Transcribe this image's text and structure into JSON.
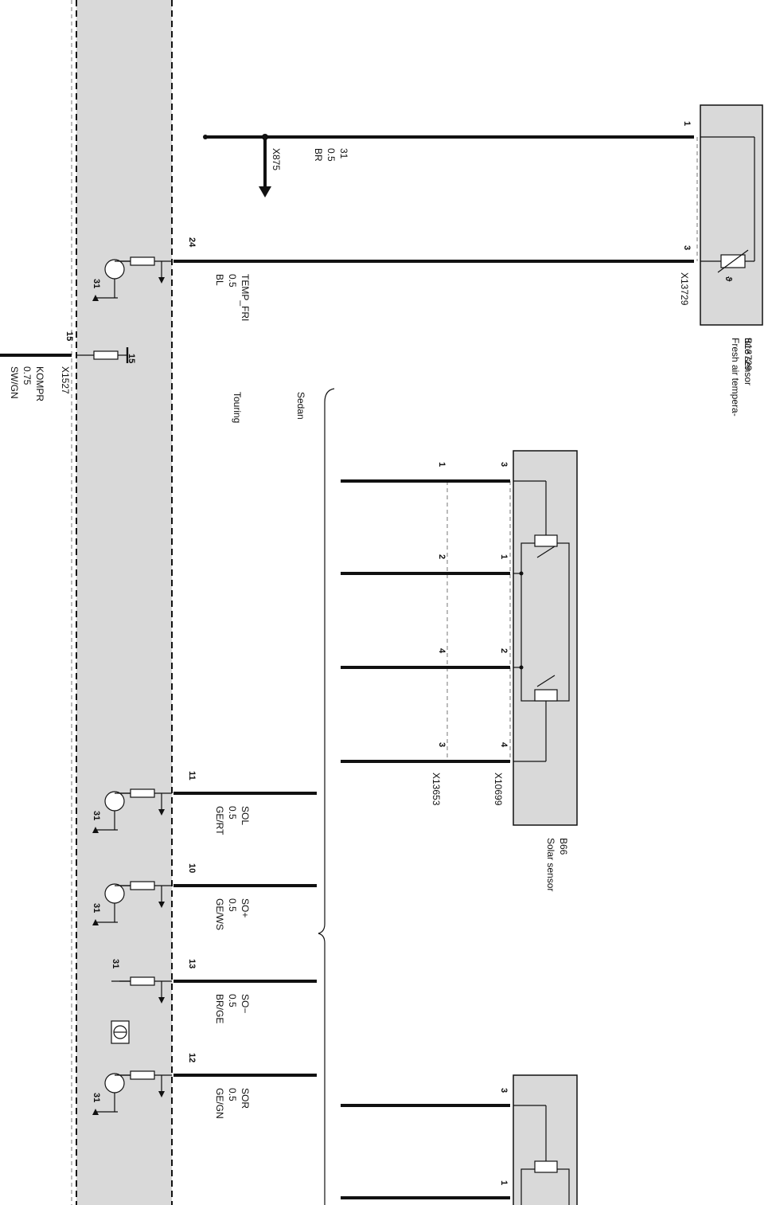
{
  "ground_wire": {
    "code": "31",
    "size": "0.5",
    "color": "BR",
    "connector": "X875",
    "pin": "1"
  },
  "fresh_air_sensor": {
    "id": "B13729",
    "name": "Fresh air tempera-\nture sensor",
    "connector": "X13729",
    "wire": {
      "code": "TEMP_FRI",
      "size": "0.5",
      "color": "BL",
      "pin_module": "24",
      "pin_sensor": "3"
    }
  },
  "kompr": {
    "code": "KOMPR",
    "size": "0.75",
    "color": "SW/GN",
    "connector": "X1527",
    "pin": "15",
    "supply": "15"
  },
  "variants": {
    "sedan": "Sedan",
    "touring": "Touring"
  },
  "solar_sensor": {
    "id": "B66",
    "name": "Solar sensor",
    "connector_sensor": "X10699",
    "connector_harness": "X13653",
    "pins_sensor": [
      "3",
      "1",
      "2",
      "4"
    ],
    "pins_harness": [
      "1",
      "2",
      "4",
      "3"
    ]
  },
  "solar_wires": [
    {
      "code": "SOL",
      "size": "0.5",
      "color": "GE/RT",
      "pin": "11",
      "ground": "31"
    },
    {
      "code": "SO+",
      "size": "0.5",
      "color": "GE/WS",
      "pin": "10",
      "ground": "31"
    },
    {
      "code": "SO−",
      "size": "0.5",
      "color": "BR/GE",
      "pin": "13",
      "ground": "31"
    },
    {
      "code": "SOR",
      "size": "0.5",
      "color": "GE/GN",
      "pin": "12",
      "ground": "31"
    }
  ],
  "lower_sensor": {
    "pins": [
      "3",
      "1"
    ]
  }
}
